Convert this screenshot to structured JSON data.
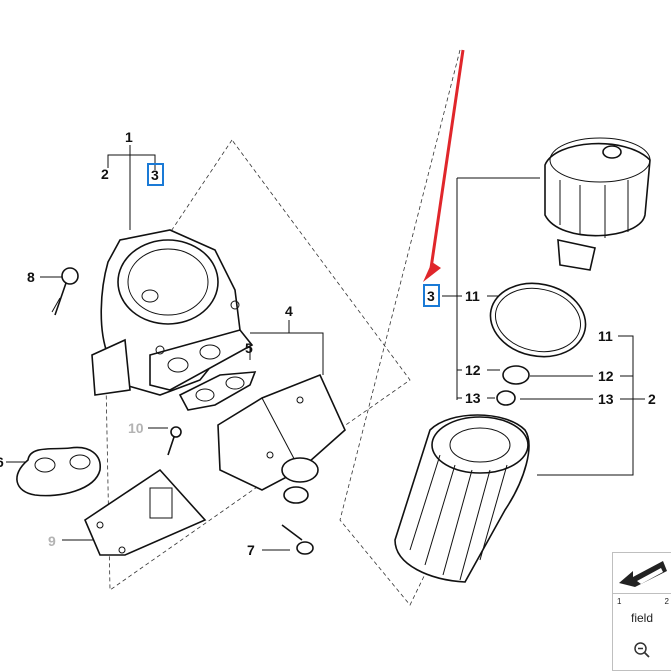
{
  "labels": {
    "l1": "1",
    "l2a": "2",
    "l3a": "3",
    "l8": "8",
    "l4": "4",
    "l5": "5",
    "l6": "6",
    "l10": "10",
    "l9": "9",
    "l7": "7",
    "l3b": "3",
    "l11a": "11",
    "l11b": "11",
    "l12a": "12",
    "l12b": "12",
    "l13a": "13",
    "l13b": "13",
    "l2b": "2"
  },
  "panel": {
    "num_left": "1",
    "num_right": "2",
    "field_label": "field",
    "zoom_icon": "zoom-out-icon"
  },
  "colors": {
    "highlight": "#1a7ad6",
    "arrow": "#e0262b",
    "muted_label": "#b3b3b3"
  }
}
